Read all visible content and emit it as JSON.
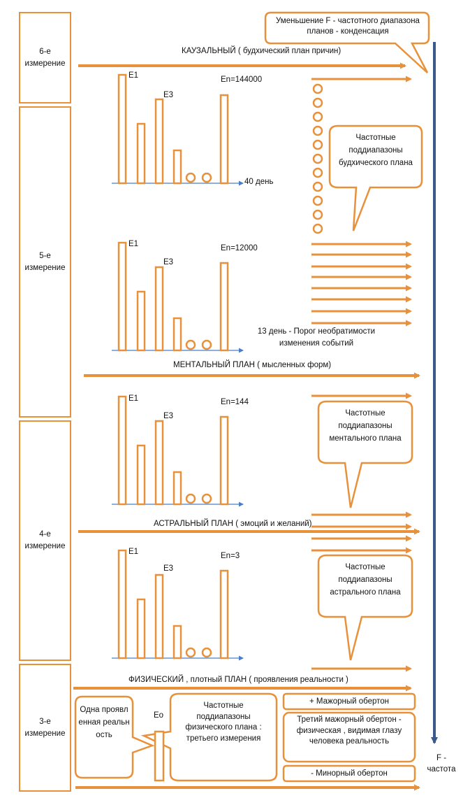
{
  "dimensions": {
    "d6": "6-е измерение",
    "d5": "5-е измерение",
    "d4": "4-е измерение",
    "d3": "3-е измерение"
  },
  "planes": {
    "causal": "КАУЗАЛЬНЫЙ ( будхический план причин)",
    "mental": "МЕНТАЛЬНЫЙ ПЛАН ( мысленных форм)",
    "astral": "АСТРАЛЬНЫЙ ПЛАН ( эмоций и желаний)",
    "physical": "ФИЗИЧЕСКИЙ , плотный ПЛАН ( проявления реальности )"
  },
  "top_callout": "Уменьшение  F - частотного диапазона планов - конденсация",
  "bar_groups": [
    {
      "e1": "E1",
      "e3": "E3",
      "en": "En=144000",
      "note": "40 день"
    },
    {
      "e1": "E1",
      "e3": "E3",
      "en": "En=12000",
      "note": "13 день - Порог необратимости изменения событий"
    },
    {
      "e1": "E1",
      "e3": "E3",
      "en": "En=144",
      "note": ""
    },
    {
      "e1": "E1",
      "e3": "E3",
      "en": "En=3",
      "note": ""
    }
  ],
  "callouts": {
    "buddhic": "Частотные поддиапазоны будхического плана",
    "mental": "Частотные поддиапазоны ментального плана",
    "astral": "Частотные поддиапазоны астрального плана",
    "physical": "Частотные поддиапазоны физического плана : третьего измерения",
    "one_reality": "Одна проявленная реальность"
  },
  "eo_label": "Eo",
  "overtones": {
    "major": "+ Мажорный обертон",
    "third": "Третий мажорный обертон - физическая , видимая  глазу человека реальность",
    "minor": "- Минорный обертон"
  },
  "axis_label": "F - частота",
  "colors": {
    "orange": "#e8913a",
    "axis": "#3b5a8a",
    "baseline": "#4a7ec8"
  }
}
